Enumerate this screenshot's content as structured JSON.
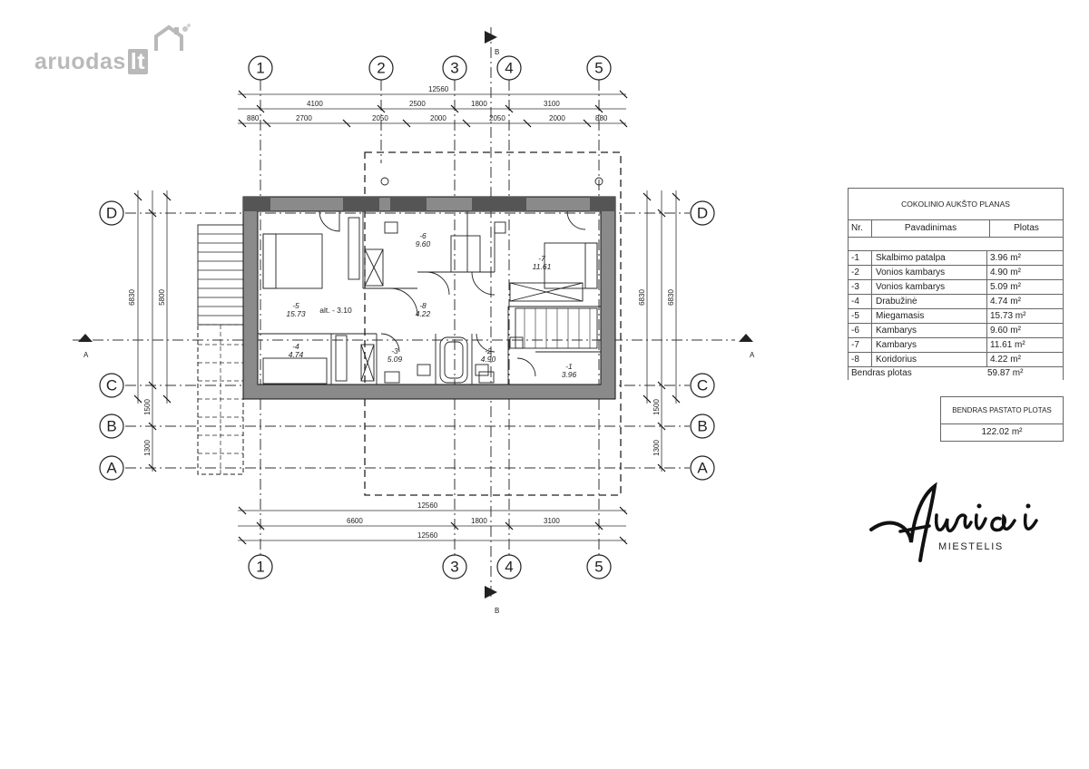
{
  "watermark": {
    "name": "aruodas",
    "tld": "lt"
  },
  "brand": {
    "name": "Auriai",
    "subtitle": "MIESTELIS"
  },
  "axes": {
    "columns": [
      "1",
      "2",
      "3",
      "4",
      "5"
    ],
    "rows": [
      "D",
      "C",
      "B",
      "A"
    ],
    "section_b": "B",
    "section_a": "A"
  },
  "dimensions": {
    "top_overall": "12560",
    "top_mid": [
      "4100",
      "2500",
      "1800",
      "3100"
    ],
    "top_detail": [
      "880",
      "2700",
      "2050",
      "2000",
      "2050",
      "2000",
      "880"
    ],
    "bottom_overall_1": "12560",
    "bottom_mid": [
      "6600",
      "1800",
      "3100"
    ],
    "bottom_overall_2": "12560",
    "left_outer": "6830",
    "left_inner": "5800",
    "right_outer": "6830",
    "right_inner": "6830",
    "left_ext": "1500",
    "left_ext2": "1300",
    "right_ext": "1500",
    "right_ext2": "1300"
  },
  "plan_labels": {
    "r6_no": "-6",
    "r6_area": "9.60",
    "r7_no": "-7",
    "r7_area": "11.61",
    "r5_no": "-5",
    "r5_area": "15.73",
    "alt": "alt. - 3.10",
    "r8_no": "-8",
    "r8_area": "4.22",
    "r4_no": "-4",
    "r4_area": "4.74",
    "r3_no": "-3",
    "r3_area": "5.09",
    "r2_no": "-2",
    "r2_area": "4.90",
    "r1_no": "-1",
    "r1_area": "3.96"
  },
  "rooms_table": {
    "title": "COKOLINIO AUKŠTO PLANAS",
    "headers": [
      "Nr.",
      "Pavadinimas",
      "Plotas"
    ],
    "rows": [
      {
        "nr": "-1",
        "name": "Skalbimo patalpa",
        "area": "3.96 m²"
      },
      {
        "nr": "-2",
        "name": "Vonios kambarys",
        "area": "4.90 m²"
      },
      {
        "nr": "-3",
        "name": "Vonios kambarys",
        "area": "5.09 m²"
      },
      {
        "nr": "-4",
        "name": "Drabužinė",
        "area": "4.74 m²"
      },
      {
        "nr": "-5",
        "name": "Miegamasis",
        "area": "15.73 m²"
      },
      {
        "nr": "-6",
        "name": "Kambarys",
        "area": "9.60 m²"
      },
      {
        "nr": "-7",
        "name": "Kambarys",
        "area": "11.61 m²"
      },
      {
        "nr": "-8",
        "name": "Koridorius",
        "area": "4.22 m²"
      }
    ],
    "total_label": "Bendras plotas",
    "total_value": "59.87 m²"
  },
  "building_total": {
    "label": "BENDRAS PASTATO PLOTAS",
    "value": "122.02 m²"
  }
}
